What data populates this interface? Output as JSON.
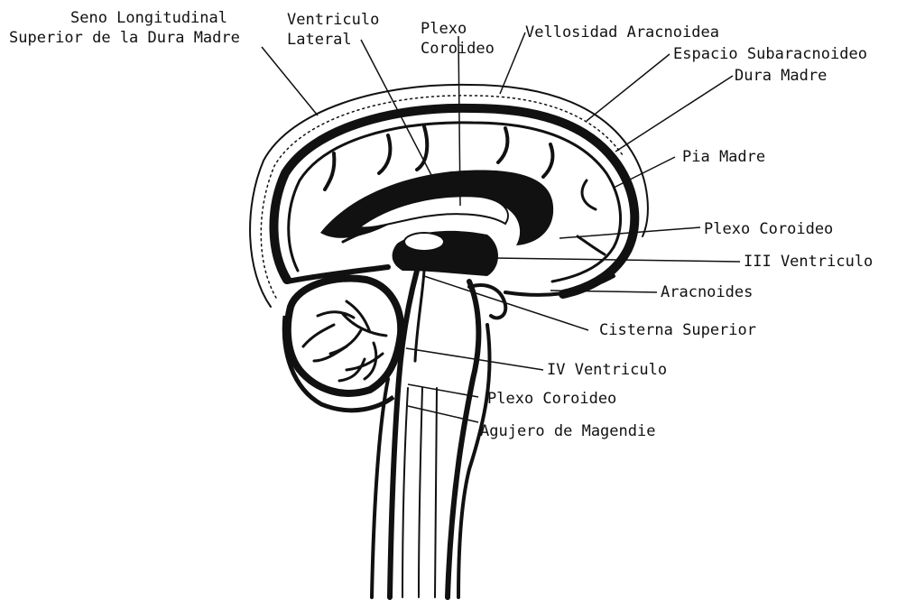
{
  "colors": {
    "ink": "#111111",
    "background": "#ffffff"
  },
  "labels": {
    "seno_longitudinal_l1": "Seno Longitudinal",
    "seno_longitudinal_l2": "Superior de la Dura Madre",
    "ventriculo_lateral_l1": "Ventriculo",
    "ventriculo_lateral_l2": "Lateral",
    "plexo_coroideo_top_l1": "Plexo",
    "plexo_coroideo_top_l2": "Coroideo",
    "vellosidad_aracnoidea": "Vellosidad Aracnoidea",
    "espacio_subaracnoideo": "Espacio Subaracnoideo",
    "dura_madre": "Dura Madre",
    "pia_madre": "Pia Madre",
    "plexo_coroideo_mid": "Plexo Coroideo",
    "iii_ventriculo": "III Ventriculo",
    "aracnoides": "Aracnoides",
    "cisterna_superior": "Cisterna Superior",
    "iv_ventriculo": "IV Ventriculo",
    "plexo_coroideo_low": "Plexo Coroideo",
    "agujero_magendie": "Agujero de Magendie"
  }
}
